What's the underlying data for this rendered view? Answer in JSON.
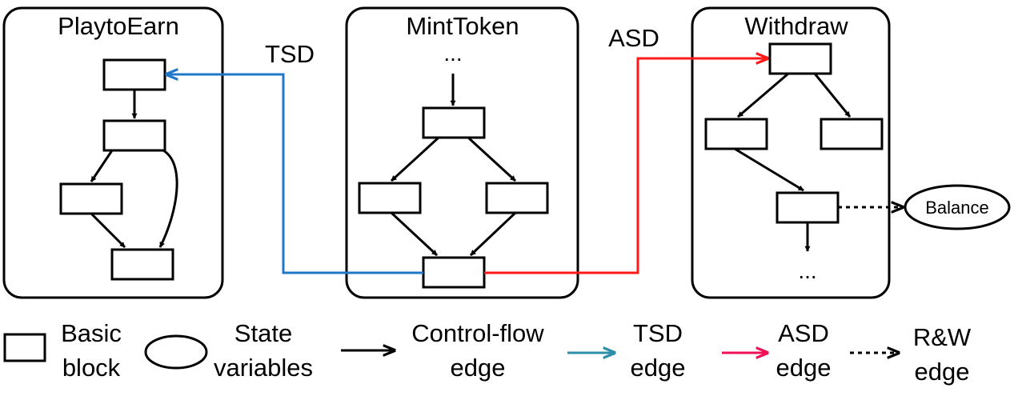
{
  "functions": {
    "play": "PlaytoEarn",
    "mint": "MintToken",
    "withdraw": "Withdraw"
  },
  "edge_labels": {
    "tsd": "TSD",
    "asd": "ASD"
  },
  "ellipsis": "...",
  "state_variable": "Balance",
  "colors": {
    "tsd_edge": "#1f78c8",
    "asd_edge": "#ff1a1a",
    "legend_tsd": "#2e8fa8",
    "legend_asd": "#ee1155",
    "control_flow": "#000000"
  },
  "legend": {
    "basic_block": [
      "Basic",
      "block"
    ],
    "state_variables": [
      "State",
      "variables"
    ],
    "control_flow": [
      "Control-flow",
      "edge"
    ],
    "tsd": [
      "TSD",
      "edge"
    ],
    "asd": [
      "ASD",
      "edge"
    ],
    "rw": [
      "R&W",
      "edge"
    ]
  }
}
